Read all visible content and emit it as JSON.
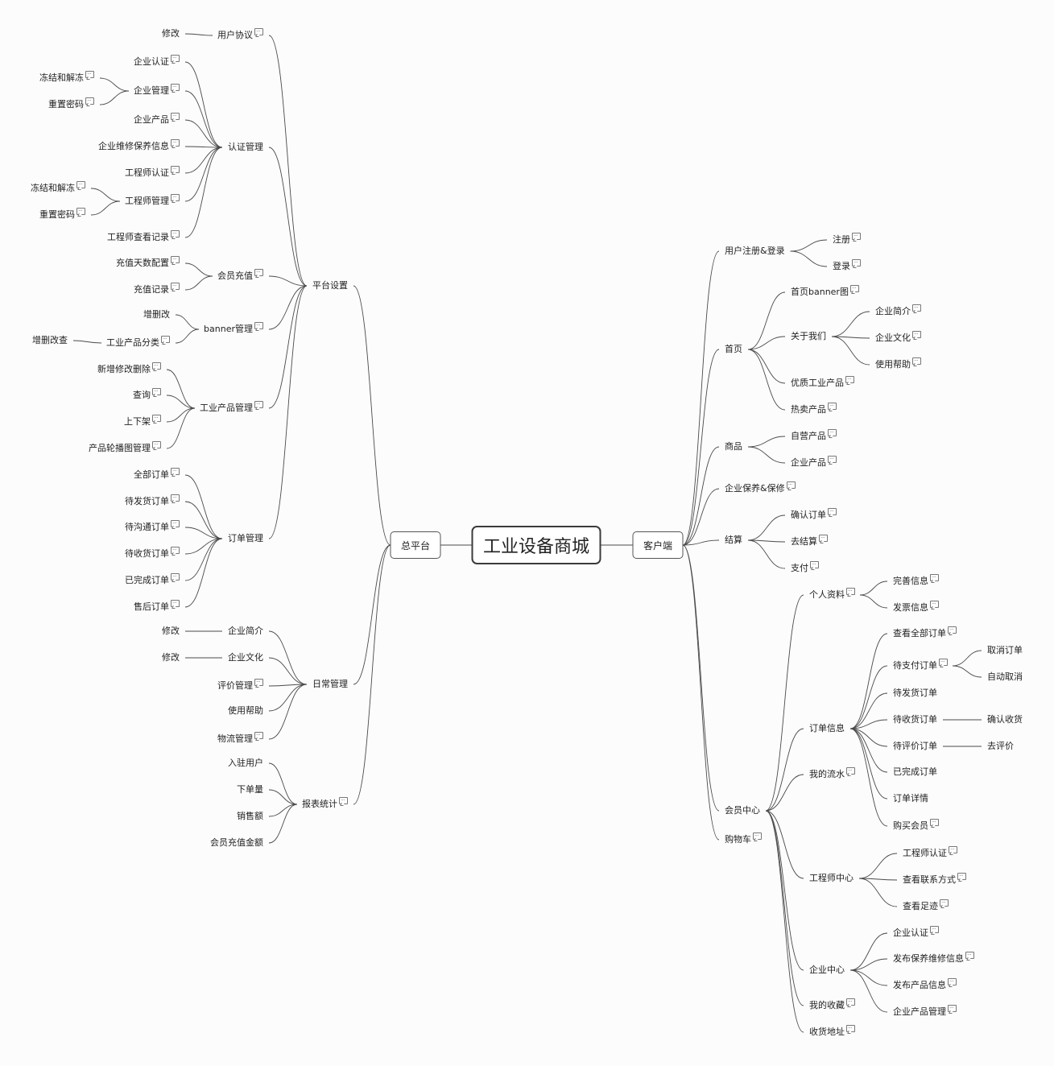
{
  "root": {
    "label": "工业设备商城"
  },
  "left": {
    "label": "总平台",
    "children": [
      {
        "label": "平台设置",
        "children": [
          {
            "label": "用户协议",
            "note": true,
            "children": [
              {
                "label": "修改"
              }
            ]
          },
          {
            "label": "认证管理",
            "children": [
              {
                "label": "企业认证",
                "note": true
              },
              {
                "label": "企业管理",
                "note": true,
                "children": [
                  {
                    "label": "冻结和解冻",
                    "note": true
                  },
                  {
                    "label": "重置密码",
                    "note": true
                  }
                ]
              },
              {
                "label": "企业产品",
                "note": true
              },
              {
                "label": "企业维修保养信息",
                "note": true
              },
              {
                "label": "工程师认证",
                "note": true
              },
              {
                "label": "工程师管理",
                "note": true,
                "children": [
                  {
                    "label": "冻结和解冻",
                    "note": true
                  },
                  {
                    "label": "重置密码",
                    "note": true
                  }
                ]
              },
              {
                "label": "工程师查看记录",
                "note": true
              }
            ]
          },
          {
            "label": "会员充值",
            "note": true,
            "children": [
              {
                "label": "充值天数配置",
                "note": true
              },
              {
                "label": "充值记录",
                "note": true
              }
            ]
          },
          {
            "label": "banner管理",
            "note": true,
            "children": [
              {
                "label": "增删改"
              },
              {
                "label": "工业产品分类",
                "note": true,
                "children": [
                  {
                    "label": "增删改查"
                  }
                ]
              }
            ]
          },
          {
            "label": "工业产品管理",
            "note": true,
            "children": [
              {
                "label": "新增修改删除",
                "note": true
              },
              {
                "label": "查询",
                "note": true
              },
              {
                "label": "上下架",
                "note": true
              },
              {
                "label": "产品轮播图管理",
                "note": true
              }
            ]
          },
          {
            "label": "订单管理",
            "children": [
              {
                "label": "全部订单",
                "note": true
              },
              {
                "label": "待发货订单",
                "note": true
              },
              {
                "label": "待沟通订单",
                "note": true
              },
              {
                "label": "待收货订单",
                "note": true
              },
              {
                "label": "已完成订单",
                "note": true
              },
              {
                "label": "售后订单",
                "note": true
              }
            ]
          }
        ]
      },
      {
        "label": "日常管理",
        "children": [
          {
            "label": "企业简介",
            "children": [
              {
                "label": "修改"
              }
            ]
          },
          {
            "label": "企业文化",
            "children": [
              {
                "label": "修改"
              }
            ]
          },
          {
            "label": "评价管理",
            "note": true
          },
          {
            "label": "使用帮助"
          },
          {
            "label": "物流管理",
            "note": true
          }
        ]
      },
      {
        "label": "报表统计",
        "note": true,
        "children": [
          {
            "label": "入驻用户"
          },
          {
            "label": "下单量"
          },
          {
            "label": "销售额"
          },
          {
            "label": "会员充值金额"
          }
        ]
      }
    ]
  },
  "right": {
    "label": "客户端",
    "children": [
      {
        "label": "用户注册&登录",
        "children": [
          {
            "label": "注册",
            "note": true
          },
          {
            "label": "登录",
            "note": true
          }
        ]
      },
      {
        "label": "首页",
        "children": [
          {
            "label": "首页banner图",
            "note": true
          },
          {
            "label": "关于我们",
            "children": [
              {
                "label": "企业简介",
                "note": true
              },
              {
                "label": "企业文化",
                "note": true
              },
              {
                "label": "使用帮助",
                "note": true
              }
            ]
          },
          {
            "label": "优质工业产品",
            "note": true
          },
          {
            "label": "热卖产品",
            "note": true
          }
        ]
      },
      {
        "label": "商品",
        "children": [
          {
            "label": "自营产品",
            "note": true
          },
          {
            "label": "企业产品",
            "note": true
          }
        ]
      },
      {
        "label": "企业保养&保修",
        "note": true
      },
      {
        "label": "结算",
        "children": [
          {
            "label": "确认订单",
            "note": true
          },
          {
            "label": "去结算",
            "note": true
          },
          {
            "label": "支付",
            "note": true
          }
        ]
      },
      {
        "label": "会员中心",
        "children": [
          {
            "label": "个人资料",
            "note": true,
            "children": [
              {
                "label": "完善信息",
                "note": true
              },
              {
                "label": "发票信息",
                "note": true
              }
            ]
          },
          {
            "label": "订单信息",
            "children": [
              {
                "label": "查看全部订单",
                "note": true
              },
              {
                "label": "待支付订单",
                "note": true,
                "children": [
                  {
                    "label": "取消订单"
                  },
                  {
                    "label": "自动取消"
                  }
                ]
              },
              {
                "label": "待发货订单"
              },
              {
                "label": "待收货订单",
                "children": [
                  {
                    "label": "确认收货"
                  }
                ]
              },
              {
                "label": "待评价订单",
                "children": [
                  {
                    "label": "去评价"
                  }
                ]
              },
              {
                "label": "已完成订单"
              },
              {
                "label": "订单详情"
              },
              {
                "label": "购买会员",
                "note": true
              }
            ]
          },
          {
            "label": "我的流水",
            "note": true
          },
          {
            "label": "工程师中心",
            "children": [
              {
                "label": "工程师认证",
                "note": true
              },
              {
                "label": "查看联系方式",
                "note": true
              },
              {
                "label": "查看足迹",
                "note": true
              }
            ]
          },
          {
            "label": "企业中心",
            "children": [
              {
                "label": "企业认证",
                "note": true
              },
              {
                "label": "发布保养维修信息",
                "note": true
              },
              {
                "label": "发布产品信息",
                "note": true
              },
              {
                "label": "企业产品管理",
                "note": true
              }
            ]
          },
          {
            "label": "我的收藏",
            "note": true
          },
          {
            "label": "收货地址",
            "note": true
          }
        ]
      },
      {
        "label": "购物车",
        "note": true
      }
    ]
  }
}
